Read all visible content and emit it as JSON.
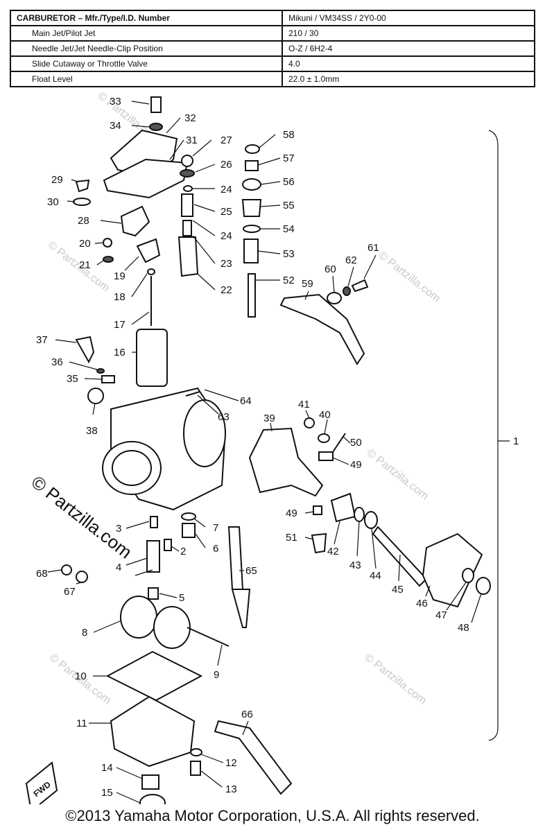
{
  "spec_table": {
    "rows": [
      {
        "label": "CARBURETOR – Mfr./Type/I.D. Number",
        "value": "Mikuni / VM34SS / 2Y0-00"
      },
      {
        "label": "Main Jet/Pilot Jet",
        "value": "210 / 30"
      },
      {
        "label": "Needle Jet/Jet Needle-Clip Position",
        "value": "O-Z / 6H2-4"
      },
      {
        "label": "Slide Cutaway or Throttle Valve",
        "value": "4.0"
      },
      {
        "label": "Float Level",
        "value": "22.0 ± 1.0mm"
      }
    ]
  },
  "callouts": [
    "1",
    "2",
    "3",
    "4",
    "5",
    "6",
    "7",
    "8",
    "9",
    "10",
    "11",
    "12",
    "13",
    "14",
    "15",
    "16",
    "17",
    "18",
    "19",
    "20",
    "21",
    "22",
    "23",
    "24",
    "24",
    "25",
    "26",
    "27",
    "28",
    "29",
    "30",
    "31",
    "32",
    "33",
    "34",
    "35",
    "36",
    "37",
    "38",
    "39",
    "40",
    "41",
    "42",
    "43",
    "44",
    "45",
    "46",
    "47",
    "48",
    "49",
    "49",
    "50",
    "51",
    "52",
    "53",
    "54",
    "55",
    "56",
    "57",
    "58",
    "59",
    "60",
    "61",
    "62",
    "63",
    "64",
    "65",
    "66",
    "67",
    "68"
  ],
  "fwd_badge": "FWD",
  "watermark": "© Partzilla.com",
  "copyright": "©2013 Yamaha Motor Corporation, U.S.A. All rights reserved."
}
